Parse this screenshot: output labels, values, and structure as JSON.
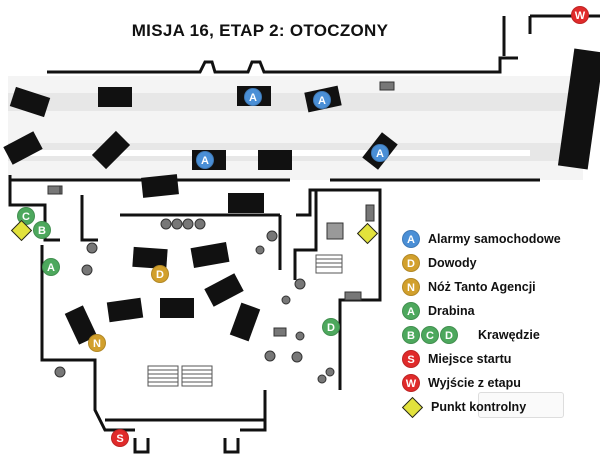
{
  "title": "MISJA 16, ETAP 2: OTOCZONY",
  "legend": [
    {
      "markers": [
        "A"
      ],
      "color": "blue",
      "label": "Alarmy samochodowe"
    },
    {
      "markers": [
        "D"
      ],
      "color": "gold",
      "label": "Dowody"
    },
    {
      "markers": [
        "N"
      ],
      "color": "gold",
      "label": "Nóż Tanto Agencji"
    },
    {
      "markers": [
        "A"
      ],
      "color": "green",
      "label": "Drabina"
    },
    {
      "markers": [
        "B",
        "C",
        "D"
      ],
      "color": "green",
      "label": "Krawędzie"
    },
    {
      "markers": [
        "S"
      ],
      "color": "red",
      "label": "Miejsce startu"
    },
    {
      "markers": [
        "W"
      ],
      "color": "red",
      "label": "Wyjście z etapu"
    },
    {
      "markers": [
        "diamond"
      ],
      "color": "yellow",
      "label": "Punkt kontrolny"
    }
  ],
  "map_markers": [
    {
      "letter": "A",
      "color": "blue",
      "meaning": "car alarm"
    },
    {
      "letter": "A",
      "color": "blue",
      "meaning": "car alarm"
    },
    {
      "letter": "A",
      "color": "blue",
      "meaning": "car alarm"
    },
    {
      "letter": "A",
      "color": "blue",
      "meaning": "car alarm"
    },
    {
      "letter": "D",
      "color": "gold",
      "meaning": "evidence"
    },
    {
      "letter": "N",
      "color": "gold",
      "meaning": "agency tanto knife"
    },
    {
      "letter": "A",
      "color": "green",
      "meaning": "ladder"
    },
    {
      "letter": "B",
      "color": "green",
      "meaning": "ledge"
    },
    {
      "letter": "C",
      "color": "green",
      "meaning": "ledge"
    },
    {
      "letter": "D",
      "color": "green",
      "meaning": "ledge"
    },
    {
      "letter": "S",
      "color": "red",
      "meaning": "start"
    },
    {
      "letter": "W",
      "color": "red",
      "meaning": "exit"
    }
  ],
  "colors": {
    "blue": "#4a8fd6",
    "gold": "#d2a02c",
    "green": "#4da85d",
    "red": "#e02a2a",
    "yellow": "#e2e23c"
  }
}
